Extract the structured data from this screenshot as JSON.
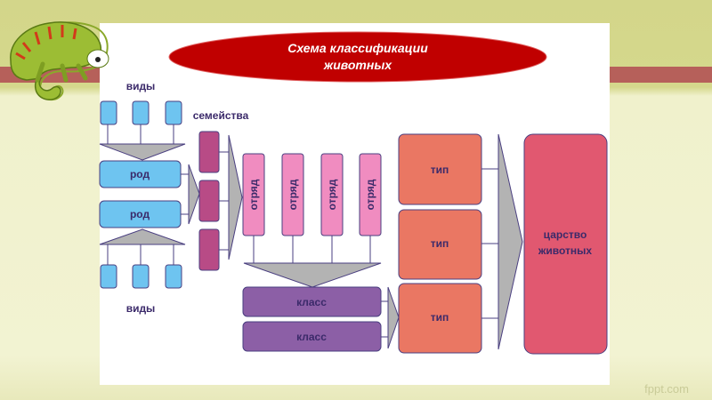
{
  "title": {
    "line1": "Схема классификации",
    "line2": "животных"
  },
  "labels": {
    "species_top": "виды",
    "species_bottom": "виды",
    "families": "семейства",
    "genus": [
      "род",
      "род"
    ],
    "orders": [
      "отряд",
      "отряд",
      "отряд",
      "отряд"
    ],
    "classes": [
      "класс",
      "класс"
    ],
    "phyla": [
      "тип",
      "тип",
      "тип"
    ],
    "kingdom": {
      "line1": "царство",
      "line2": "животных"
    }
  },
  "colors": {
    "species": "#6ec4f0",
    "genus": "#6ec4f0",
    "family": "#b84b86",
    "order": "#f08cc0",
    "class": "#8c5fa6",
    "phylum": "#ea7763",
    "kingdom": "#e15870",
    "title_ellipse": "#c00000",
    "connector": "#b3b3b3",
    "outline": "#4a3f80"
  },
  "watermark": "fppt.com"
}
